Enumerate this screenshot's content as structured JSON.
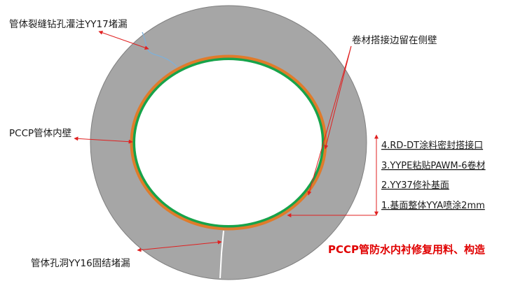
{
  "labels": {
    "crack_grouting": "管体裂缝钻孔灌注YY17堵漏",
    "membrane_overlap": "卷材搭接边留在侧壁",
    "inner_wall": "PCCP管体内壁",
    "hole_plugging": "管体孔洞YY16固结堵漏"
  },
  "legend": [
    "4.RD-DT涂料密封搭接口",
    "3.YYPE粘贴PAWM-6卷材",
    "2.YY37修补基面",
    "1.基面整体YYA喷涂2mm"
  ],
  "title": "PCCP管防水内衬修复用料、构造",
  "colors": {
    "pipe_wall": "#a6a6a6",
    "pipe_outline": "#7f7f7f",
    "orange_layer": "#e07b2a",
    "green_layer": "#17a34a",
    "arrow": "#e02020",
    "title": "#e00000",
    "crack": "#7fb0d8"
  }
}
